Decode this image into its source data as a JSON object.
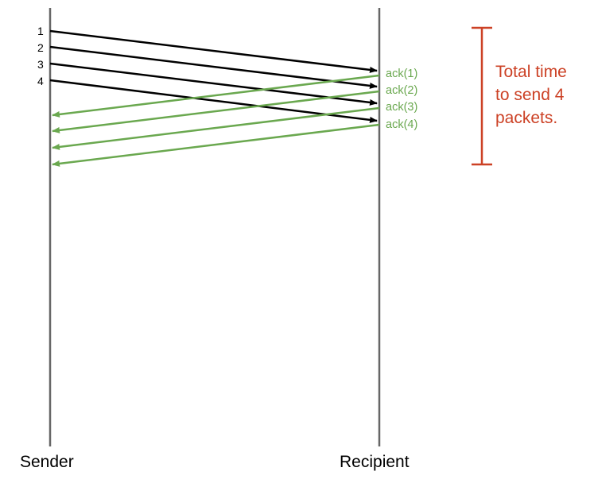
{
  "colors": {
    "packet": "#000000",
    "ack": "#6aa84f",
    "timeline": "#666666",
    "bracket": "#cc4125"
  },
  "timelines": {
    "sender_label": "Sender",
    "recipient_label": "Recipient"
  },
  "packets": [
    {
      "label": "1"
    },
    {
      "label": "2"
    },
    {
      "label": "3"
    },
    {
      "label": "4"
    }
  ],
  "acks": [
    {
      "label": "ack(1)"
    },
    {
      "label": "ack(2)"
    },
    {
      "label": "ack(3)"
    },
    {
      "label": "ack(4)"
    }
  ],
  "bracket": {
    "lines": [
      "Total time",
      "to send 4",
      "packets."
    ]
  }
}
